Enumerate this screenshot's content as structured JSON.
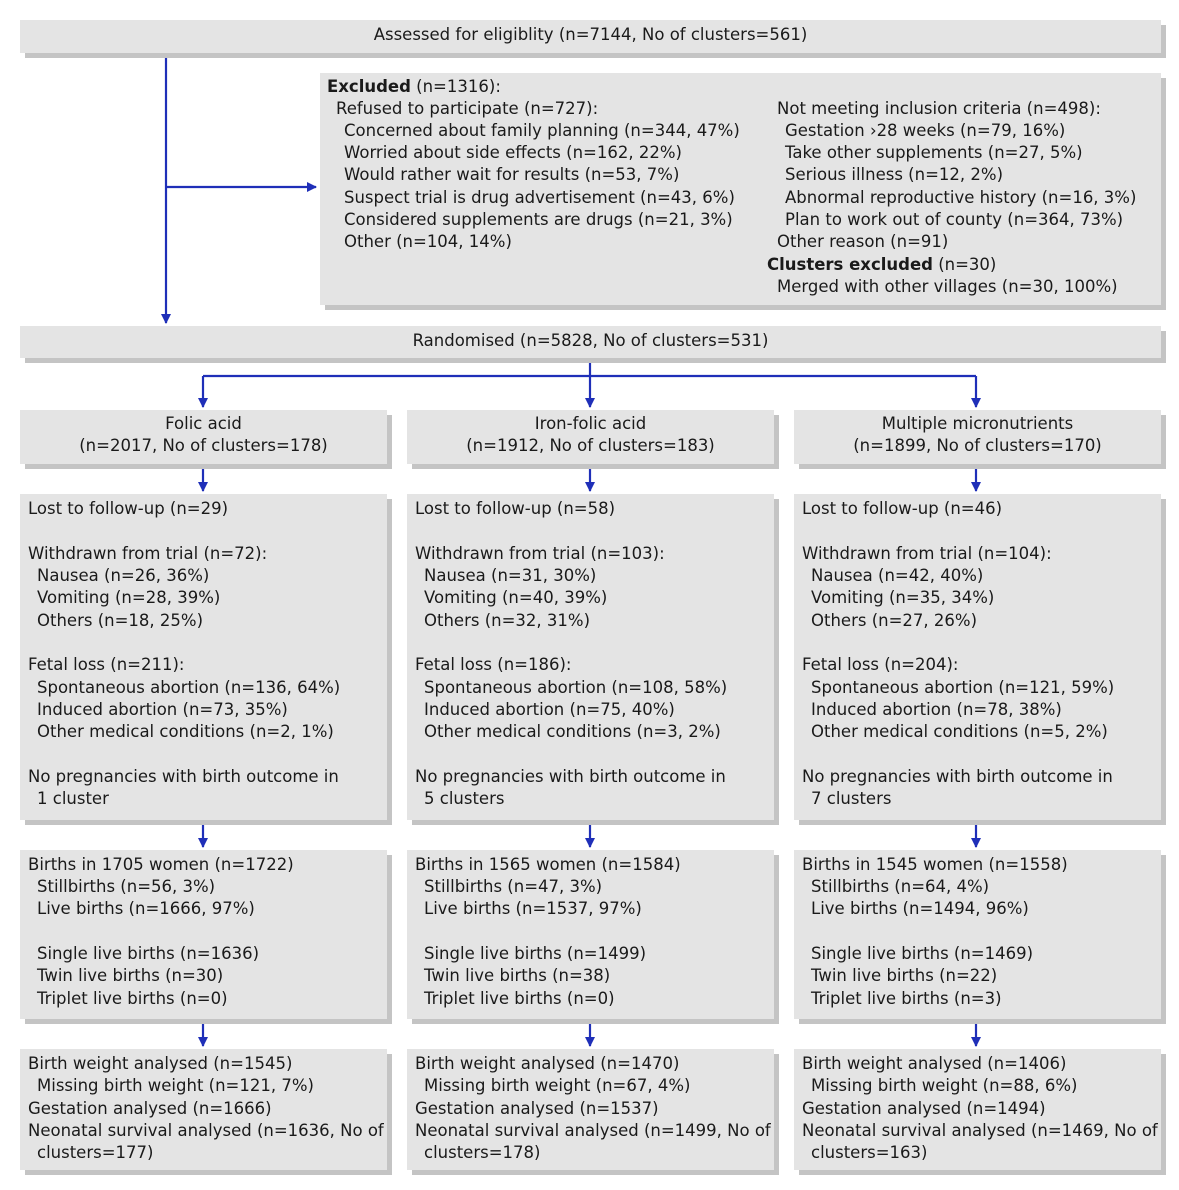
{
  "assessed": "Assessed for eligiblity (n=7144, No of clusters=561)",
  "excluded": {
    "title_bold": "Excluded",
    "title_rest": " (n=1316):",
    "left": [
      "Refused to participate (n=727):",
      "Concerned about family planning (n=344, 47%)",
      "Worried about side effects (n=162, 22%)",
      "Would rather wait for results (n=53, 7%)",
      "Suspect trial is drug advertisement (n=43, 6%)",
      "Considered supplements are drugs (n=21, 3%)",
      "Other (n=104, 14%)"
    ],
    "right": [
      "Not meeting inclusion criteria (n=498):",
      "Gestation ›28 weeks (n=79, 16%)",
      "Take other supplements (n=27, 5%)",
      "Serious illness (n=12, 2%)",
      "Abnormal reproductive history (n=16, 3%)",
      "Plan to work out of county (n=364, 73%)",
      "Other reason (n=91)"
    ],
    "clusters_bold": "Clusters excluded",
    "clusters_rest": " (n=30)",
    "merged": "Merged with other villages (n=30, 100%)"
  },
  "randomised": "Randomised (n=5828, No of clusters=531)",
  "arms": [
    {
      "name": "Folic acid",
      "n": "(n=2017, No of clusters=178)",
      "lost": "Lost to follow-up (n=29)",
      "withdrawn": "Withdrawn from trial (n=72):",
      "nausea": "Nausea (n=26, 36%)",
      "vomiting": "Vomiting (n=28, 39%)",
      "others": "Others (n=18, 25%)",
      "fetal": "Fetal loss (n=211):",
      "spont": "Spontaneous abortion (n=136, 64%)",
      "induced": "Induced abortion (n=73, 35%)",
      "othermed": "Other medical conditions (n=2, 1%)",
      "nopreg1": "No pregnancies with birth outcome in",
      "nopreg2": "1 cluster",
      "births": "Births in 1705 women (n=1722)",
      "still": "Stillbirths (n=56, 3%)",
      "live": "Live births (n=1666, 97%)",
      "single": "Single live births (n=1636)",
      "twin": "Twin live births (n=30)",
      "triplet": "Triplet live births (n=0)",
      "bw": "Birth weight analysed (n=1545)",
      "missing": "Missing birth weight (n=121, 7%)",
      "gest": "Gestation analysed (n=1666)",
      "neo1": "Neonatal survival analysed (n=1636, No of",
      "neo2": "clusters=177)"
    },
    {
      "name": "Iron-folic acid",
      "n": "(n=1912, No of clusters=183)",
      "lost": "Lost to follow-up (n=58)",
      "withdrawn": "Withdrawn from trial (n=103):",
      "nausea": "Nausea (n=31, 30%)",
      "vomiting": "Vomiting (n=40, 39%)",
      "others": "Others (n=32, 31%)",
      "fetal": "Fetal loss (n=186):",
      "spont": "Spontaneous abortion (n=108, 58%)",
      "induced": "Induced abortion (n=75, 40%)",
      "othermed": "Other medical conditions (n=3, 2%)",
      "nopreg1": "No pregnancies with birth outcome in",
      "nopreg2": "5 clusters",
      "births": "Births in 1565 women (n=1584)",
      "still": "Stillbirths (n=47, 3%)",
      "live": "Live births (n=1537, 97%)",
      "single": "Single live births (n=1499)",
      "twin": "Twin live births (n=38)",
      "triplet": "Triplet live births (n=0)",
      "bw": "Birth weight analysed (n=1470)",
      "missing": "Missing birth weight (n=67, 4%)",
      "gest": "Gestation analysed (n=1537)",
      "neo1": "Neonatal survival analysed (n=1499, No of",
      "neo2": "clusters=178)"
    },
    {
      "name": "Multiple micronutrients",
      "n": "(n=1899, No of clusters=170)",
      "lost": "Lost to follow-up (n=46)",
      "withdrawn": "Withdrawn from trial (n=104):",
      "nausea": "Nausea (n=42, 40%)",
      "vomiting": "Vomiting (n=35, 34%)",
      "others": "Others (n=27, 26%)",
      "fetal": "Fetal loss (n=204):",
      "spont": "Spontaneous abortion (n=121, 59%)",
      "induced": "Induced abortion (n=78, 38%)",
      "othermed": "Other medical conditions (n=5, 2%)",
      "nopreg1": "No pregnancies with birth outcome in",
      "nopreg2": "7 clusters",
      "births": "Births in 1545 women (n=1558)",
      "still": "Stillbirths (n=64, 4%)",
      "live": "Live births (n=1494, 96%)",
      "single": "Single live births (n=1469)",
      "twin": "Twin live births (n=22)",
      "triplet": "Triplet live births (n=3)",
      "bw": "Birth weight analysed (n=1406)",
      "missing": "Missing birth weight (n=88, 6%)",
      "gest": "Gestation analysed (n=1494)",
      "neo1": "Neonatal survival analysed (n=1469, No of",
      "neo2": "clusters=163)"
    }
  ],
  "colors": {
    "box": "#e4e4e4",
    "shadow": "#c4c4c4",
    "arrow": "#1f2fb8"
  }
}
